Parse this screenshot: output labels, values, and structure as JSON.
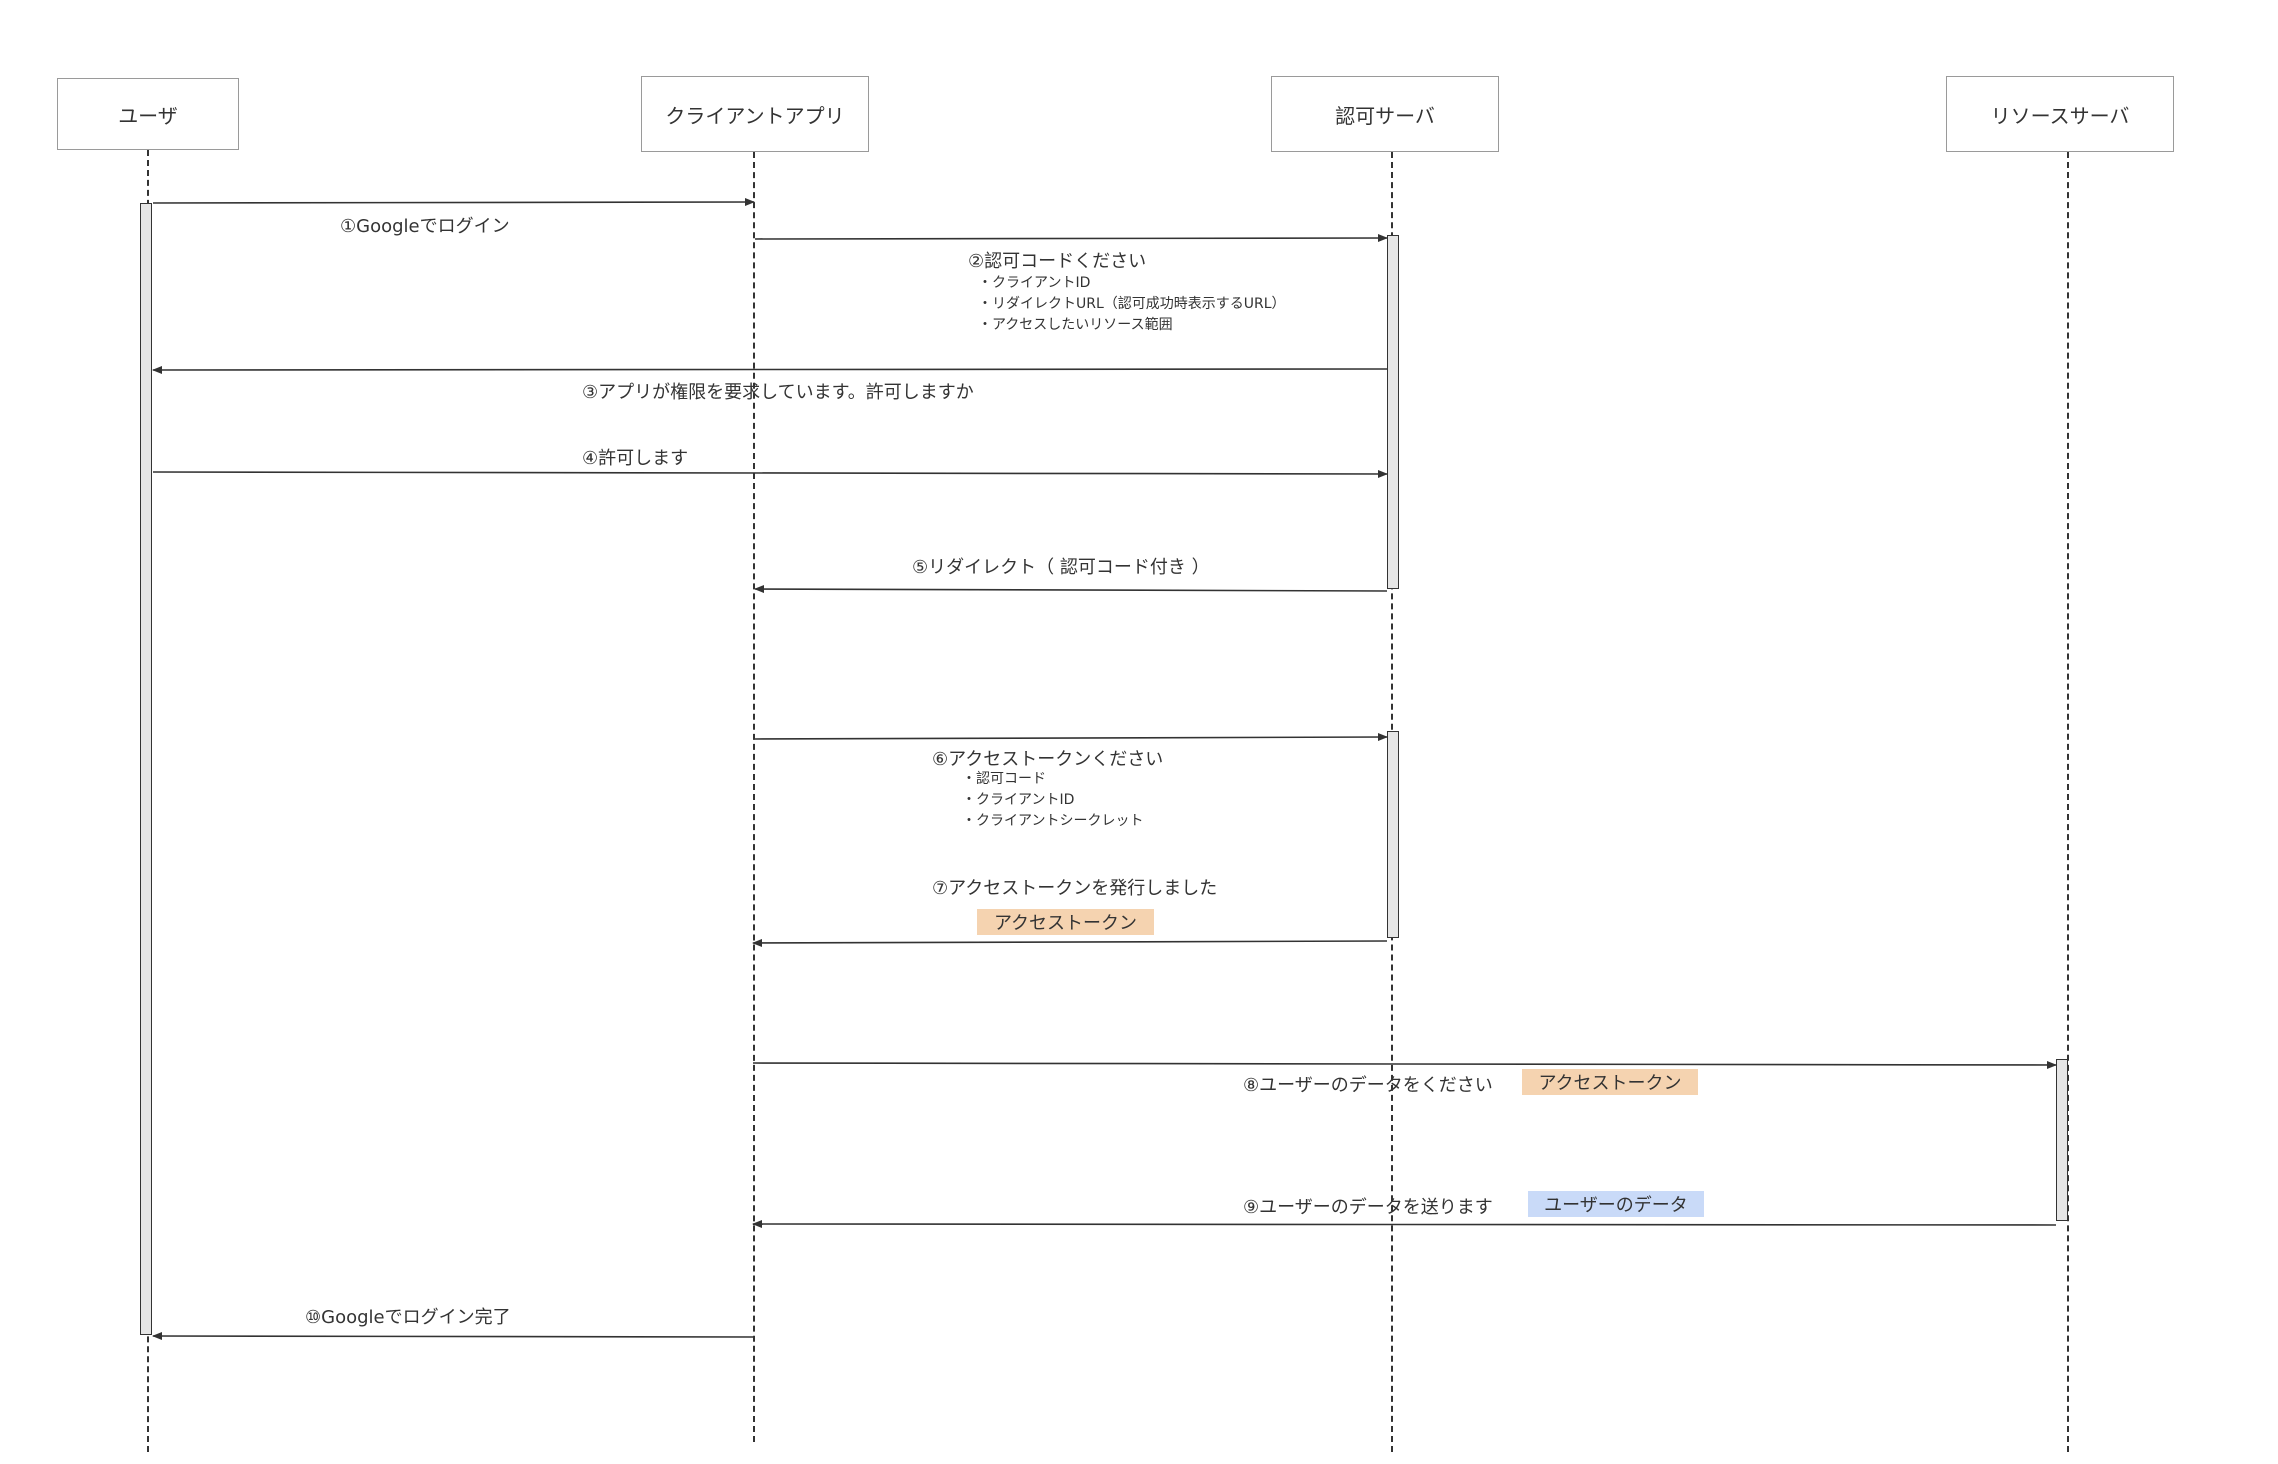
{
  "actors": {
    "user": "ユーザ",
    "client": "クライアントアプリ",
    "auth": "認可サーバ",
    "resource": "リソースサーバ"
  },
  "messages": {
    "m1": "①Googleでログイン",
    "m2": "②認可コードください",
    "m2_items": [
      "クライアントID",
      "リダイレクトURL（認可成功時表示するURL）",
      "アクセスしたいリソース範囲"
    ],
    "m3": "③アプリが権限を要求しています。許可しますか",
    "m4": "④許可します",
    "m5": "⑤リダイレクト（ 認可コード付き ）",
    "m6": "⑥アクセストークンください",
    "m6_items": [
      "認可コード",
      "クライアントID",
      "クライアントシークレット"
    ],
    "m7": "⑦アクセストークンを発行しました",
    "m7_tag": "アクセストークン",
    "m8": "⑧ユーザーのデータをください",
    "m8_tag": "アクセストークン",
    "m9": "⑨ユーザーのデータを送ります",
    "m9_tag": "ユーザーのデータ",
    "m10": "⑩Googleでログイン完了"
  },
  "colors": {
    "token_tag": "#f5d3b0",
    "data_tag": "#c9daf8",
    "line": "#333333"
  }
}
